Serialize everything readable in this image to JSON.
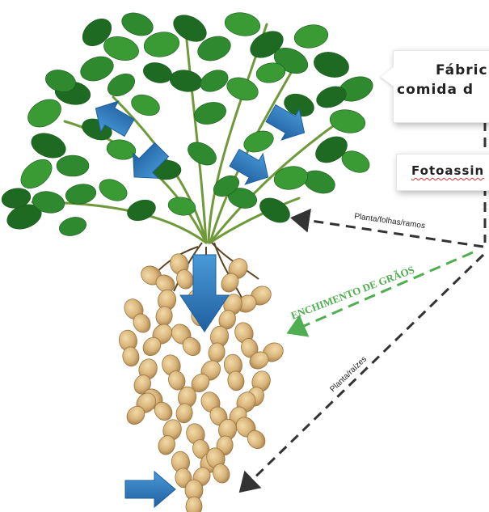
{
  "callouts": {
    "factory": {
      "line1": "Fábric",
      "line2": "comida d"
    },
    "photosynthesis": "Fotoassin"
  },
  "labels": {
    "plant_leaves_branches": "Planta/folhas/ramos",
    "grain_filling": "ENCHIMENTO DE GRÃOS",
    "roots": "Planta/raízes"
  },
  "colors": {
    "leaf": "#2f8a2f",
    "leaf_dark": "#1f6a22",
    "arrow_blue": "#2f7fc3",
    "peanut": "#d8b47a",
    "grain_filling_green": "#4fae4f",
    "dash_dark": "#333333"
  },
  "icons": [
    "blue-arrow-icon",
    "peanut-pod-icon",
    "leaf-icon"
  ]
}
